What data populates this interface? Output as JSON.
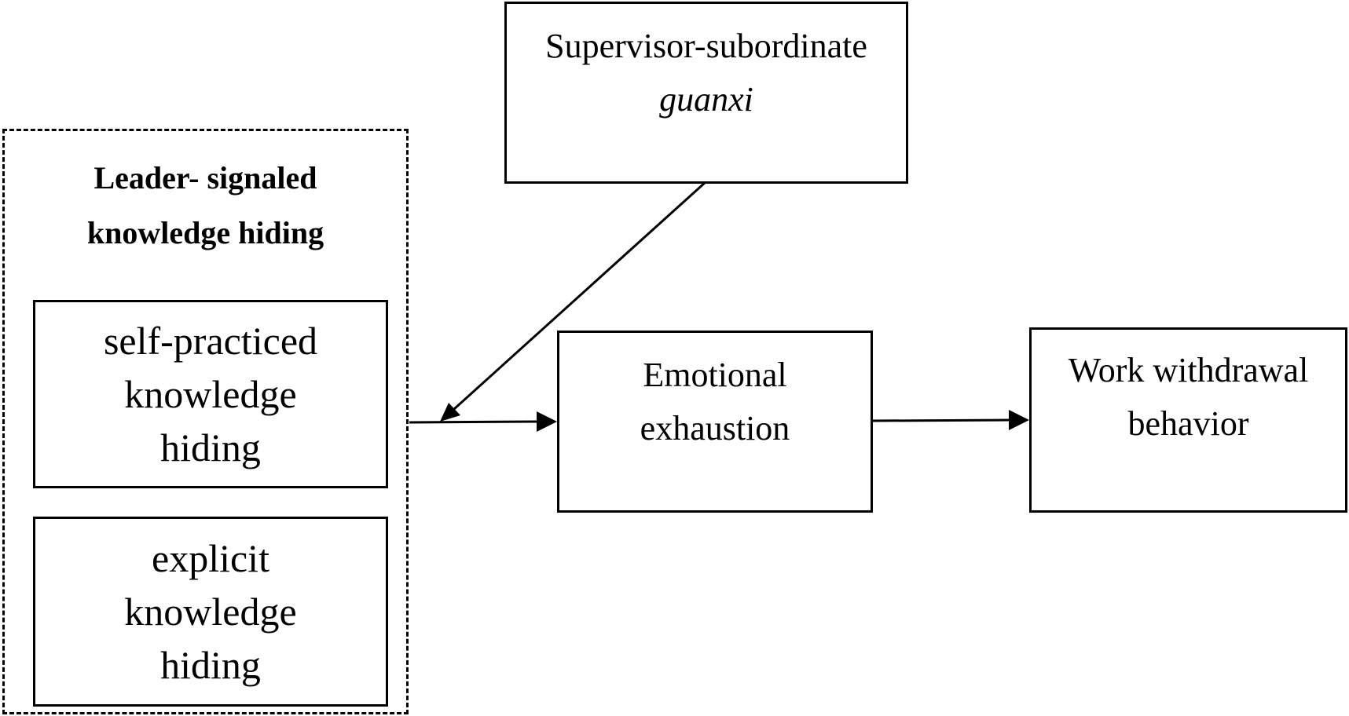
{
  "group": {
    "title_line1": "Leader-  signaled",
    "title_line2": "knowledge hiding",
    "items": [
      {
        "line1": "self-practiced",
        "line2": "knowledge",
        "line3": "hiding"
      },
      {
        "line1": "explicit",
        "line2": "knowledge",
        "line3": "hiding"
      }
    ]
  },
  "moderator": {
    "line1": "Supervisor-subordinate",
    "line2": "guanxi"
  },
  "mediator": {
    "line1": "Emotional",
    "line2": "exhaustion"
  },
  "outcome": {
    "line1": "Work withdrawal",
    "line2": "behavior"
  },
  "colors": {
    "stroke": "#000000",
    "background": "#ffffff"
  }
}
